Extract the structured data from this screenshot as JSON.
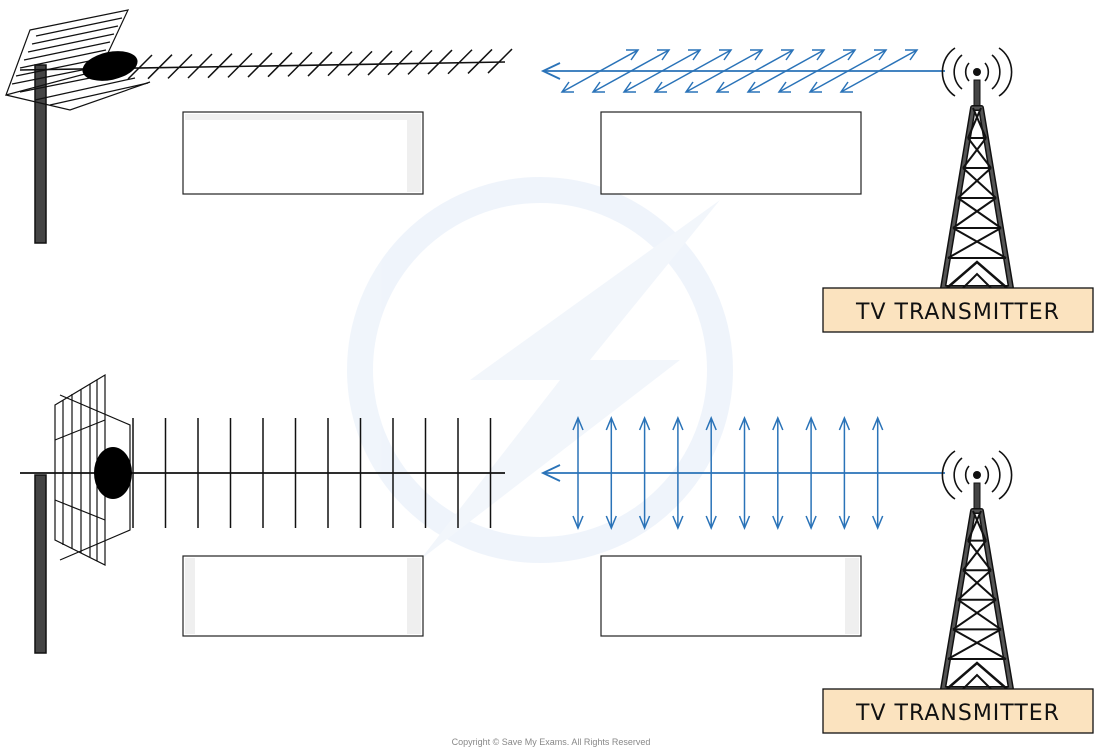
{
  "diagram": {
    "transmitter_label": "TV TRANSMITTER",
    "copyright": "Copyright © Save My Exams. All Rights Reserved",
    "colors": {
      "wave": "#2a73b8",
      "label_fill": "#fbe3bf",
      "ink": "#111111",
      "mast": "#444444",
      "watermark": "#e6eef9"
    },
    "icons": {
      "top_antenna": "horizontal-yagi-antenna-icon",
      "bottom_antenna": "vertical-yagi-antenna-icon",
      "tower": "radio-tower-icon",
      "watermark": "lightning-logo-watermark"
    }
  }
}
